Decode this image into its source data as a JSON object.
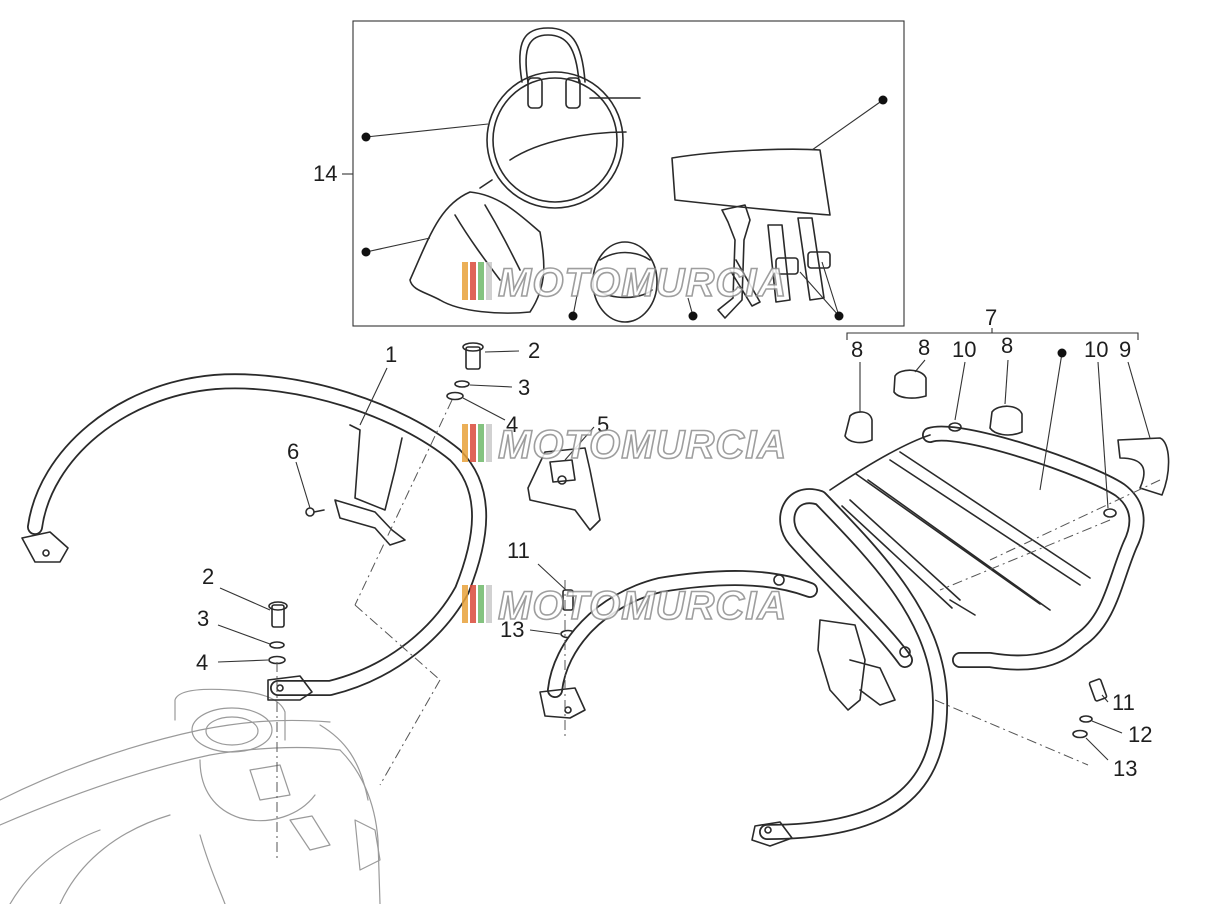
{
  "callouts": {
    "c1": "1",
    "c2a": "2",
    "c2b": "2",
    "c3a": "3",
    "c3b": "3",
    "c4a": "4",
    "c4b": "4",
    "c5": "5",
    "c6": "6",
    "c7": "7",
    "c8a": "8",
    "c8b": "8",
    "c8c": "8",
    "c9": "9",
    "c10a": "10",
    "c10b": "10",
    "c11a": "11",
    "c11b": "11",
    "c12": "12",
    "c13a": "13",
    "c13b": "13",
    "c14": "14"
  },
  "watermark": {
    "text": "MOTOMURCIA",
    "stripe_colors": [
      "#e8a13a",
      "#d94a3a",
      "#6fb86a",
      "#c9c9c9"
    ]
  }
}
